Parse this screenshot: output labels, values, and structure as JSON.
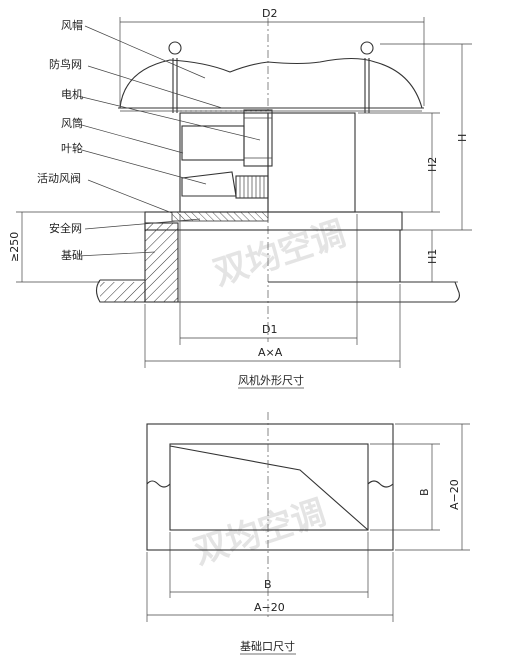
{
  "top_view": {
    "labels": {
      "fan_cap": "风帽",
      "bird_net": "防鸟网",
      "motor": "电机",
      "fan_tube": "风筒",
      "impeller": "叶轮",
      "movable_damper": "活动风阀",
      "safety_net": "安全网",
      "foundation": "基础"
    },
    "dimensions": {
      "d2": "D2",
      "h": "H",
      "h2": "H2",
      "h1": "H1",
      "d1": "D1",
      "axa": "A×A",
      "min_height": "≥250"
    },
    "caption": "风机外形尺寸"
  },
  "bottom_view": {
    "dimensions": {
      "b_vertical": "B",
      "a20_vertical": "A−20",
      "b_horizontal": "B",
      "a20_horizontal": "A−20"
    },
    "caption": "基础口尺寸"
  },
  "watermark": "双均空调"
}
